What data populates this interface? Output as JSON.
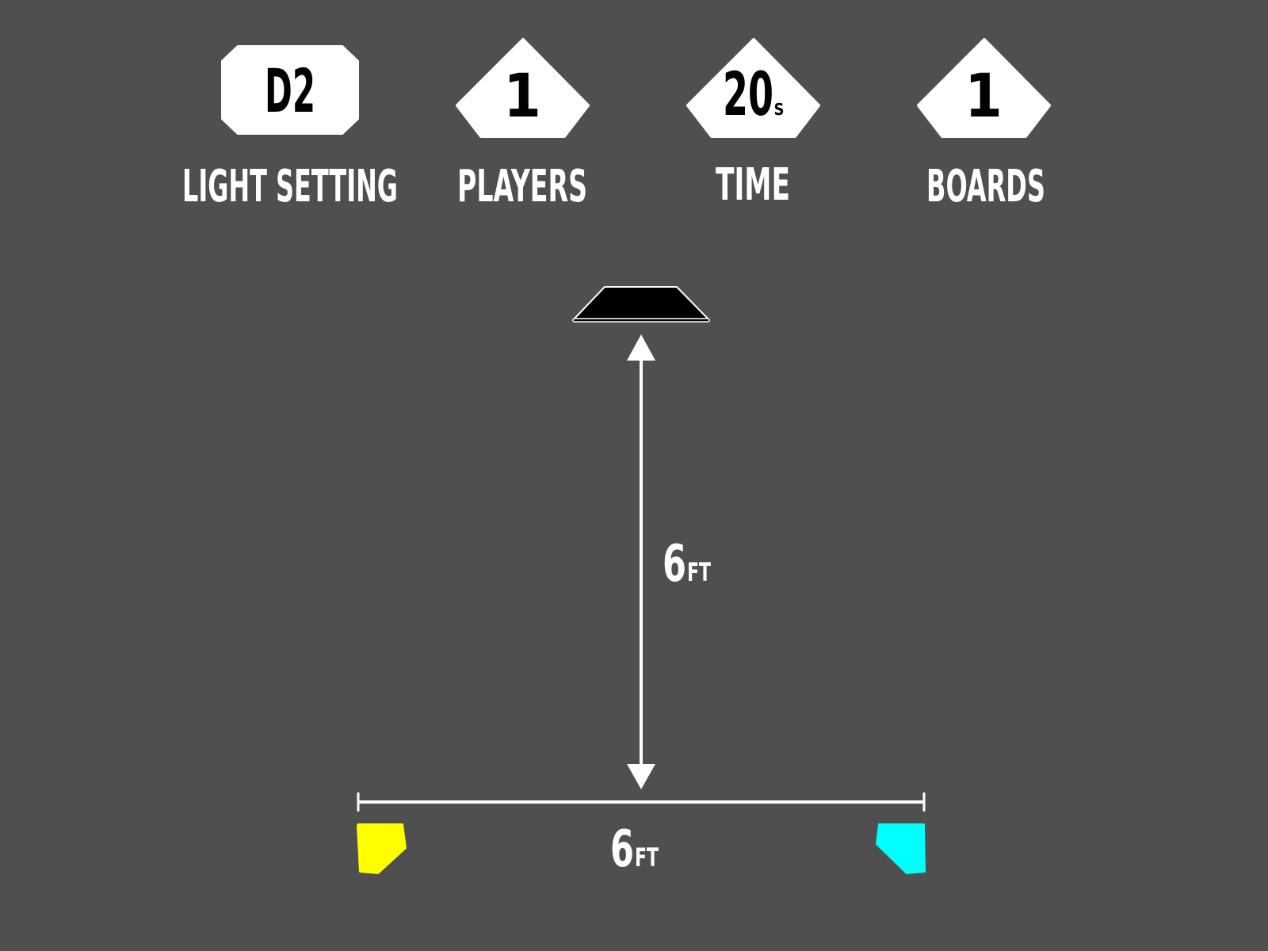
{
  "stats": [
    {
      "value": "D2",
      "unit": "",
      "label": "LIGHT SETTING"
    },
    {
      "value": "1",
      "unit": "",
      "label": "PLAYERS"
    },
    {
      "value": "20",
      "unit": "S",
      "label": "TIME"
    },
    {
      "value": "1",
      "unit": "",
      "label": "BOARDS"
    }
  ],
  "dimensions": {
    "vertical": {
      "value": "6",
      "unit": "FT"
    },
    "horizontal": {
      "value": "6",
      "unit": "FT"
    }
  },
  "colors": {
    "background": "#4f4f4f",
    "player_left": "#ffff00",
    "player_right": "#00ffff",
    "board": "#000000",
    "lines": "#ffffff"
  }
}
